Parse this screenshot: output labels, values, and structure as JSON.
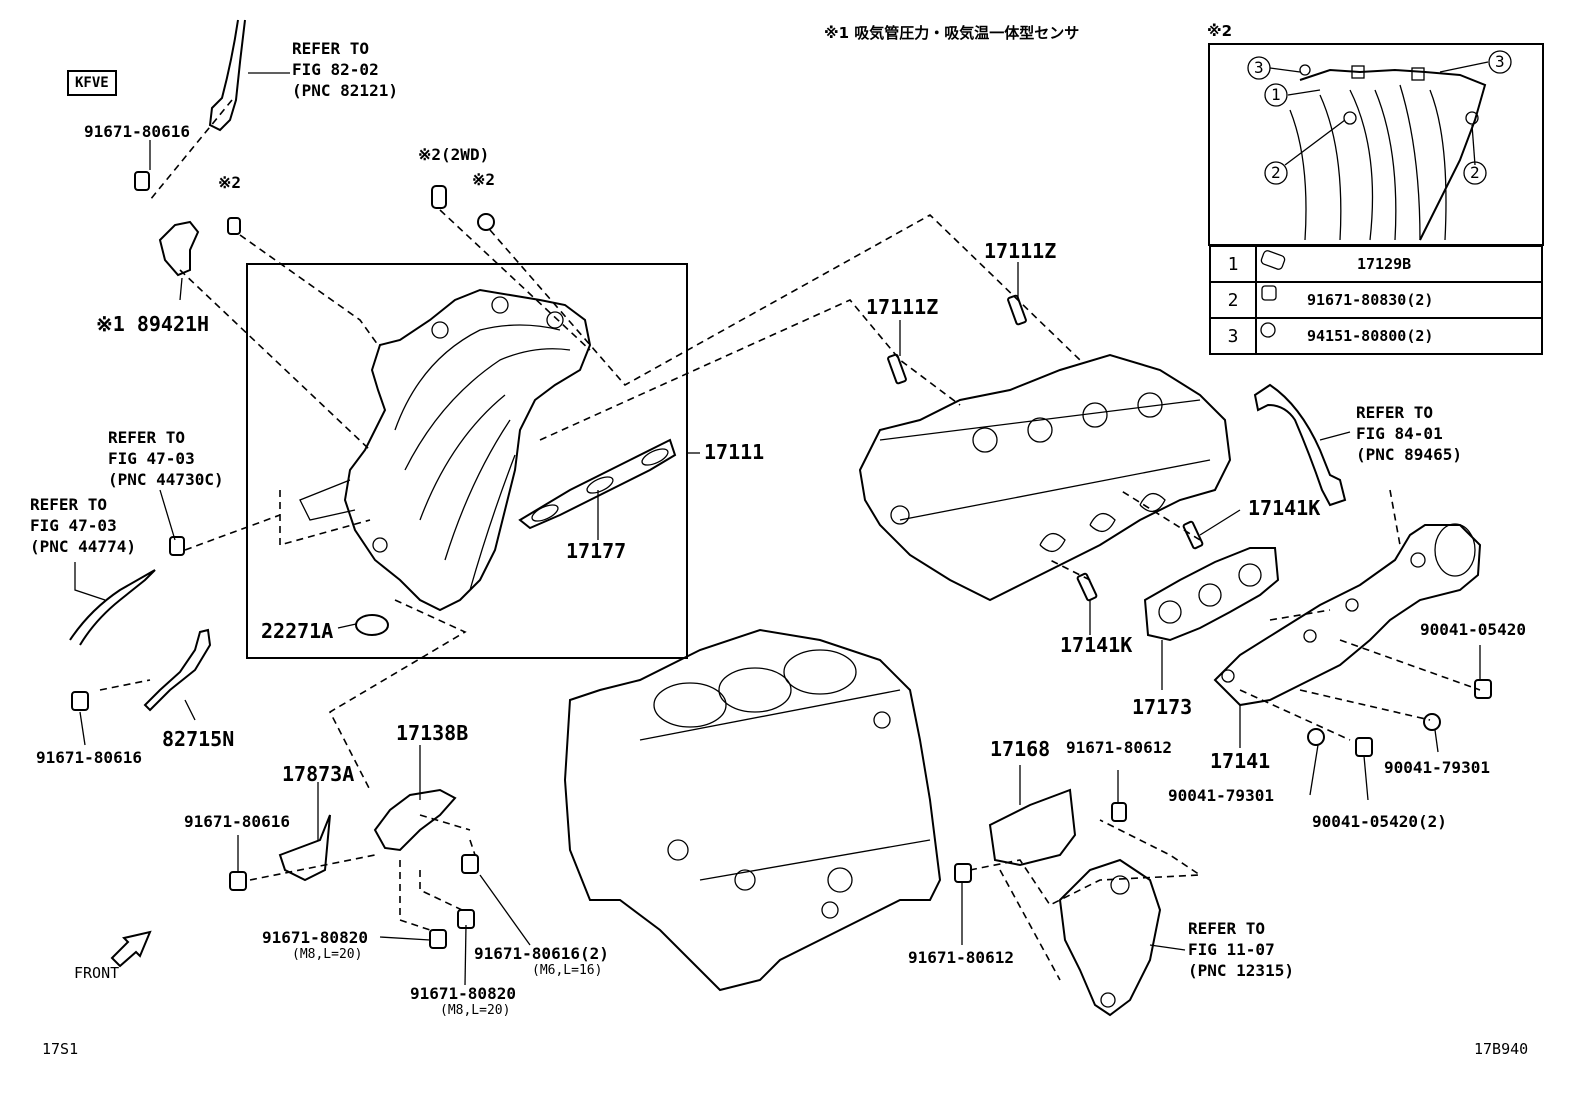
{
  "header": {
    "engine_code": "KFVE",
    "note1": "※1 吸気管圧力・吸気温一体型センサ",
    "note2": "※2"
  },
  "refs": {
    "ref_82_02": [
      "REFER TO",
      "FIG 82-02",
      "(PNC 82121)"
    ],
    "ref_47_03_a": [
      "REFER TO",
      "FIG 47-03",
      "(PNC 44730C)"
    ],
    "ref_47_03_b": [
      "REFER TO",
      "FIG 47-03",
      "(PNC 44774)"
    ],
    "ref_84_01": [
      "REFER TO",
      "FIG 84-01",
      "(PNC 89465)"
    ],
    "ref_11_07": [
      "REFER TO",
      "FIG 11-07",
      "(PNC 12315)"
    ]
  },
  "parts": {
    "p_91671_80616_top": "91671-80616",
    "p_note2_a": "※2",
    "p_note2_2wd": "※2(2WD)",
    "p_note2_b": "※2",
    "p_89421H": "※1 89421H",
    "p_17111": "17111",
    "p_17177": "17177",
    "p_22271A": "22271A",
    "p_91671_80616_left": "91671-80616",
    "p_82715N": "82715N",
    "p_17111Z_a": "17111Z",
    "p_17111Z_b": "17111Z",
    "p_17141K_a": "17141K",
    "p_17141K_b": "17141K",
    "p_17173": "17173",
    "p_17141": "17141",
    "p_90041_05420": "90041-05420",
    "p_90041_79301_r": "90041-79301",
    "p_90041_79301_l": "90041-79301",
    "p_90041_05420_2": "90041-05420(2)",
    "p_17138B": "17138B",
    "p_17873A": "17873A",
    "p_91671_80616_mid": "91671-80616",
    "p_91671_80820_a": "91671-80820",
    "p_m8_a": "(M8,L=20)",
    "p_91671_80820_b": "91671-80820",
    "p_m8_b": "(M8,L=20)",
    "p_91671_80616_2": "91671-80616(2)",
    "p_m6": "(M6,L=16)",
    "p_17168": "17168",
    "p_91671_80612_a": "91671-80612",
    "p_91671_80612_b": "91671-80612"
  },
  "inset_labels": {
    "c1": "1",
    "c2a": "2",
    "c2b": "2",
    "c3a": "3",
    "c3b": "3"
  },
  "legend": [
    {
      "num": "1",
      "part": "17129B"
    },
    {
      "num": "2",
      "part": "91671-80830(2)"
    },
    {
      "num": "3",
      "part": "94151-80800(2)"
    }
  ],
  "footer": {
    "front": "FRONT",
    "left_code": "17S1",
    "right_code": "17B940"
  }
}
